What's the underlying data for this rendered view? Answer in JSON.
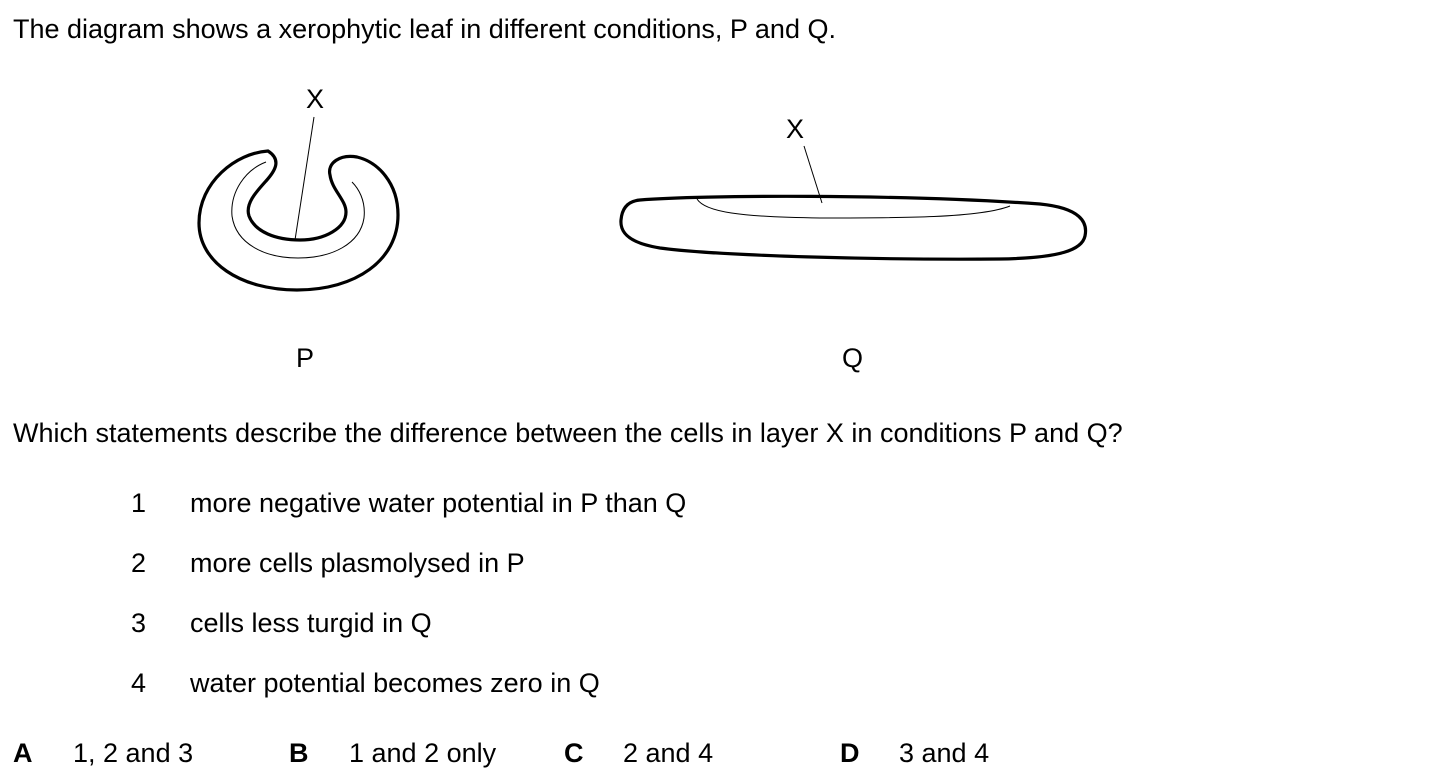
{
  "intro": "The diagram shows a xerophytic leaf in different conditions, P and Q.",
  "diagram": {
    "leaf_p": {
      "layer_label": "X",
      "caption": "P"
    },
    "leaf_q": {
      "layer_label": "X",
      "caption": "Q"
    }
  },
  "question": "Which statements describe the difference between the cells in layer X in conditions P and Q?",
  "statements": [
    {
      "number": "1",
      "text": "more negative water potential in P than Q"
    },
    {
      "number": "2",
      "text": "more cells plasmolysed in P"
    },
    {
      "number": "3",
      "text": "cells less turgid in Q"
    },
    {
      "number": "4",
      "text": "water potential becomes zero in Q"
    }
  ],
  "options": [
    {
      "letter": "A",
      "text": "1, 2 and 3"
    },
    {
      "letter": "B",
      "text": "1 and 2 only"
    },
    {
      "letter": "C",
      "text": "2 and 4"
    },
    {
      "letter": "D",
      "text": "3 and 4"
    }
  ]
}
